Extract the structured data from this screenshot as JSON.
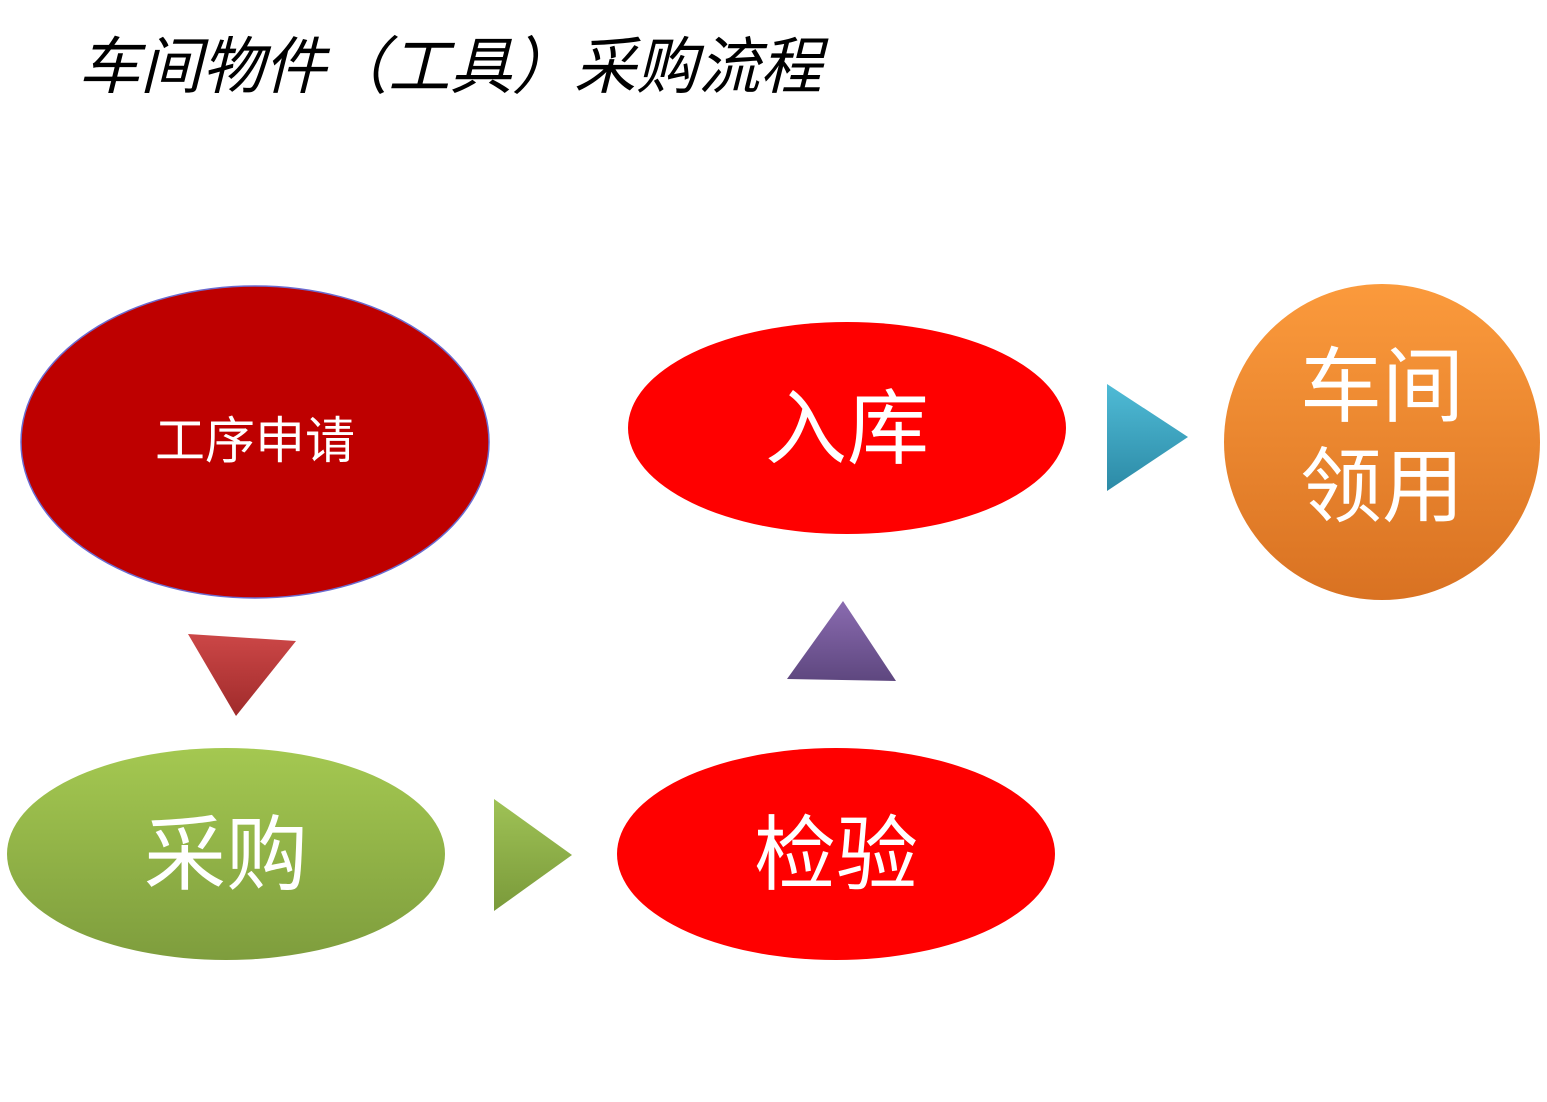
{
  "title": "车间物件（工具）采购流程",
  "nodes": {
    "apply": {
      "label": "工序申请",
      "color": "#BE0000"
    },
    "store": {
      "label": "入库",
      "color": "#FF0000"
    },
    "purchase": {
      "label": "采购",
      "color": "#9BBB59"
    },
    "inspect": {
      "label": "检验",
      "color": "#FF0000"
    },
    "receive": {
      "label_line1": "车间",
      "label_line2": "领用",
      "color": "#F79646"
    }
  },
  "arrows": [
    {
      "from": "apply",
      "to": "purchase",
      "direction": "down",
      "color": "#C0504D"
    },
    {
      "from": "purchase",
      "to": "inspect",
      "direction": "right",
      "color": "#9BBB59"
    },
    {
      "from": "inspect",
      "to": "store",
      "direction": "up",
      "color": "#8064A2"
    },
    {
      "from": "store",
      "to": "receive",
      "direction": "right",
      "color": "#4BACC6"
    }
  ]
}
